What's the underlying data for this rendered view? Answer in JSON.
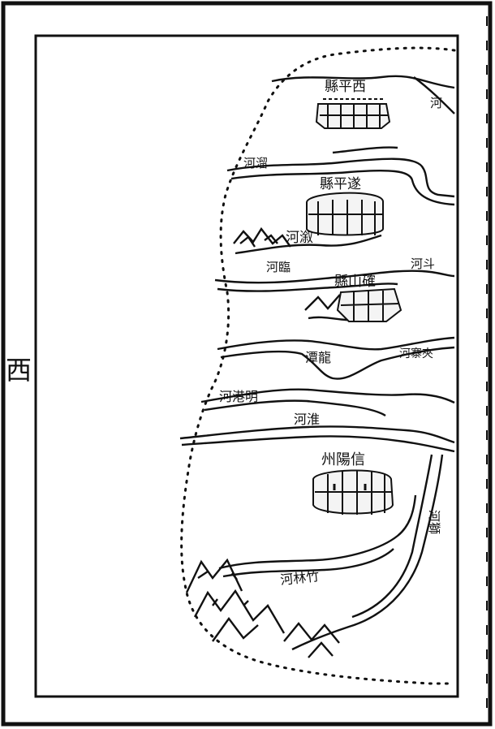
{
  "margin_label": "西",
  "labels": {
    "xiping": "縣平西",
    "suiping": "縣平遂",
    "queshan": "縣山確",
    "xinyang": "州陽信",
    "liu_river": "河溜",
    "yu_river": "河溆",
    "lin_river": "河臨",
    "dou_river": "河斗",
    "longtan": "潭龍",
    "jiazhai": "河寨夾",
    "minggang": "河港明",
    "huai_river": "河淮",
    "zhulin": "河林竹",
    "shi_river": "河獅",
    "top_right": "河"
  }
}
